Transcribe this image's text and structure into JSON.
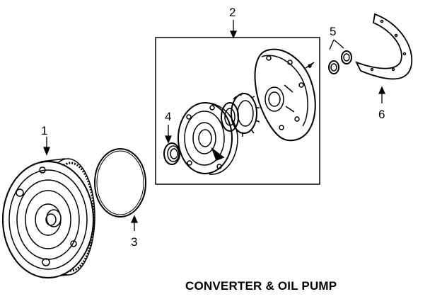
{
  "diagram": {
    "caption": "CONVERTER & OIL PUMP",
    "callouts": {
      "c1": "1",
      "c2": "2",
      "c3": "3",
      "c4": "4",
      "c5": "5",
      "c6": "6"
    },
    "line_color": "#000000",
    "background": "#ffffff"
  }
}
